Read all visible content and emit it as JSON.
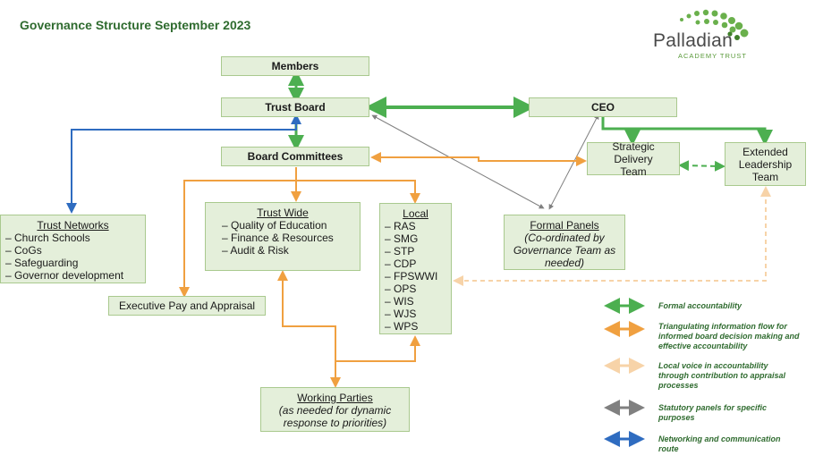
{
  "title": "Governance Structure September 2023",
  "logo": {
    "name": "Palladian",
    "sub": "ACADEMY TRUST"
  },
  "boxes": {
    "members": "Members",
    "trust_board": "Trust Board",
    "ceo": "CEO",
    "board_committees": "Board Committees",
    "strategic_delivery": "Strategic Delivery Team",
    "extended_leadership": "Extended Leadership Team",
    "trust_networks": {
      "heading": "Trust Networks",
      "items": [
        "Church Schools",
        "CoGs",
        "Safeguarding",
        "Governor development"
      ]
    },
    "trust_wide": {
      "heading": "Trust Wide",
      "items": [
        "Quality of Education",
        "Finance & Resources",
        "Audit & Risk"
      ]
    },
    "local": {
      "heading": "Local",
      "items": [
        "RAS",
        "SMG",
        "STP",
        "CDP",
        "FPSWWI",
        "OPS",
        "WIS",
        "WJS",
        "WPS"
      ]
    },
    "formal_panels": {
      "heading": "Formal Panels",
      "sub": "(Co-ordinated by Governance Team as needed)"
    },
    "exec_pay": "Executive Pay and Appraisal",
    "working_parties": {
      "heading": "Working Parties",
      "sub": "(as needed for dynamic response to priorities)"
    }
  },
  "legend": [
    {
      "label": "Formal accountability",
      "color": "#4caf50"
    },
    {
      "label": "Triangulating information flow for informed board decision making and effective accountability",
      "color": "#f0a040"
    },
    {
      "label": "Local voice in accountability through contribution to appraisal processes",
      "color": "#f7d3a8"
    },
    {
      "label": "Statutory panels for specific purposes",
      "color": "#808080"
    },
    {
      "label": "Networking and communication route",
      "color": "#2f6cc0"
    }
  ]
}
